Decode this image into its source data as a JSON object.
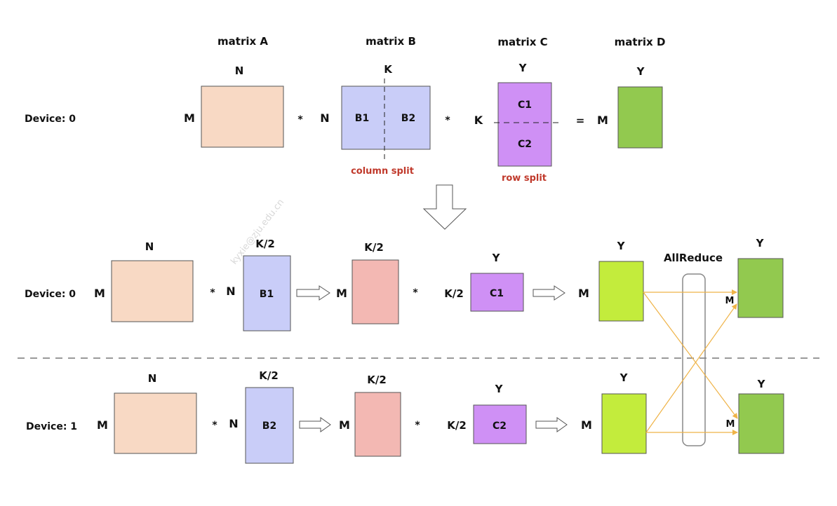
{
  "watermark": "kyxie@zju.edu.cn",
  "colors": {
    "matrix_a": "#f8d9c4",
    "matrix_b": "#c9cdf8",
    "intermediate": "#f3b8b3",
    "matrix_c": "#cf90f5",
    "partial_result": "#c3ec3c",
    "matrix_d": "#92c94f",
    "split_label": "#c0392b",
    "allreduce_line": "#efb347"
  },
  "top": {
    "device_label": "Device: 0",
    "matrix_titles": [
      "matrix A",
      "matrix B",
      "matrix C",
      "matrix D"
    ],
    "a": {
      "top": "N",
      "left": "M"
    },
    "op1": "*",
    "b": {
      "top": "K",
      "left": "N",
      "part1": "B1",
      "part2": "B2",
      "split_label": "column split"
    },
    "op2": "*",
    "c": {
      "top": "Y",
      "left": "K",
      "part1": "C1",
      "part2": "C2",
      "split_label": "row split"
    },
    "eq": "=",
    "d": {
      "top": "Y",
      "left": "M"
    }
  },
  "rows": [
    {
      "device_label": "Device: 0",
      "a": {
        "top": "N",
        "left": "M"
      },
      "op1": "*",
      "b": {
        "top": "K/2",
        "left": "N",
        "name": "B1"
      },
      "inter": {
        "top": "K/2",
        "left": "M"
      },
      "op2": "*",
      "c": {
        "top": "Y",
        "left": "K/2",
        "name": "C1"
      },
      "partial": {
        "top": "Y",
        "left": "M"
      },
      "result": {
        "top": "Y",
        "left": "M"
      }
    },
    {
      "device_label": "Device: 1",
      "a": {
        "top": "N",
        "left": "M"
      },
      "op1": "*",
      "b": {
        "top": "K/2",
        "left": "N",
        "name": "B2"
      },
      "inter": {
        "top": "K/2",
        "left": "M"
      },
      "op2": "*",
      "c": {
        "top": "Y",
        "left": "K/2",
        "name": "C2"
      },
      "partial": {
        "top": "Y",
        "left": "M"
      },
      "result": {
        "top": "Y",
        "left": "M"
      }
    }
  ],
  "allreduce_label": "AllReduce"
}
